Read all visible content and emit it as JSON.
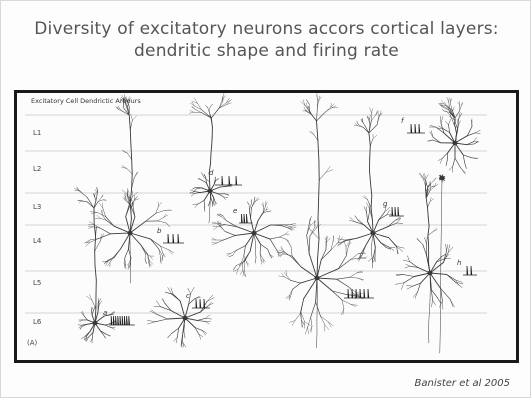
{
  "title": {
    "line1": "Diversity of excitatory neurons accors cortical layers:",
    "line2": "dendritic shape and firing rate"
  },
  "figure": {
    "panel_title": "Excitatory Cell Dendrictic Arbours",
    "panel_label": "(A)",
    "layers": [
      "L1",
      "L2",
      "L3",
      "L4",
      "L5",
      "L6"
    ],
    "trace_labels": [
      "a",
      "b",
      "c",
      "d",
      "e",
      "f",
      "g",
      "h"
    ]
  },
  "credit": "Banister et al 2005"
}
